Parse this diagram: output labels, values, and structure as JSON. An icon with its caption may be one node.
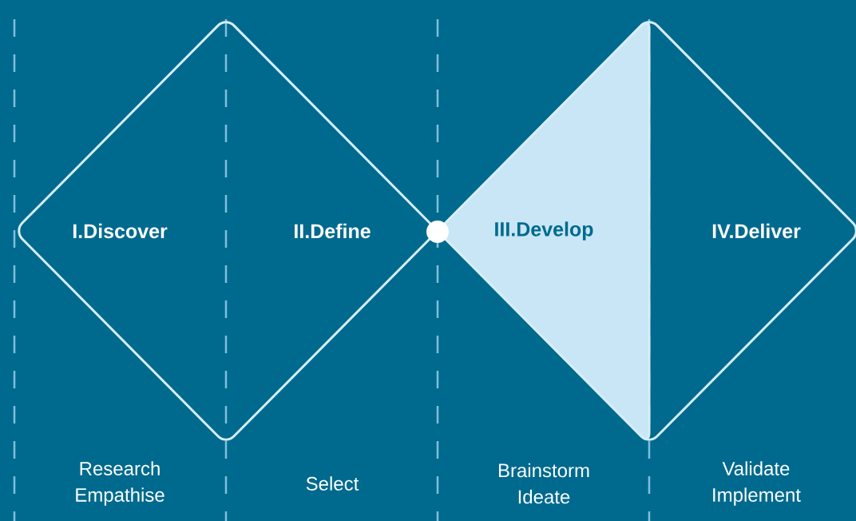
{
  "diagram": {
    "nodes": [
      {
        "text": [],
        "shape": "diamond"
      },
      {
        "text": [
          "I.Discover"
        ],
        "in": 0
      },
      {
        "text": [
          "II.Define"
        ],
        "in": 0
      },
      {
        "text": [],
        "shape": "diamond"
      },
      {
        "text": [
          "III.Develop"
        ],
        "in": 3
      },
      {
        "text": [
          "IV.Deliver"
        ],
        "in": 3
      }
    ],
    "labels": [
      "Research Empathise",
      "Select",
      "Brainstorm Ideate",
      "Validate Implement"
    ]
  }
}
